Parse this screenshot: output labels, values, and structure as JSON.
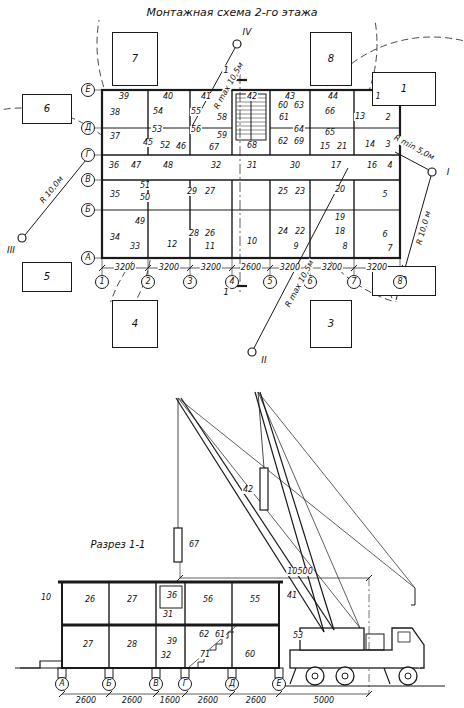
{
  "diagram": {
    "title": "Монтажная схема 2-го этажа",
    "nodes": [
      {
        "text": [
          "7"
        ]
      },
      {
        "text": [
          "8"
        ]
      },
      {
        "text": [
          "6"
        ]
      },
      {
        "text": [
          "1"
        ]
      },
      {
        "text": [
          "5"
        ]
      },
      {
        "text": [
          "2"
        ]
      },
      {
        "text": [
          "4"
        ]
      },
      {
        "text": [
          "3"
        ]
      },
      {
        "text": [
          "Е"
        ]
      },
      {
        "text": [
          "Д"
        ]
      },
      {
        "text": [
          "Г"
        ]
      },
      {
        "text": [
          "В"
        ]
      },
      {
        "text": [
          "Б"
        ]
      },
      {
        "text": [
          "А"
        ]
      },
      {
        "text": [
          "1"
        ]
      },
      {
        "text": [
          "2"
        ]
      },
      {
        "text": [
          "3"
        ]
      },
      {
        "text": [
          "4"
        ]
      },
      {
        "text": [
          "5"
        ]
      },
      {
        "text": [
          "6"
        ]
      },
      {
        "text": [
          "7"
        ]
      },
      {
        "text": [
          "8"
        ]
      },
      {
        "text": [
          "А"
        ]
      },
      {
        "text": [
          "Б"
        ]
      },
      {
        "text": [
          "В"
        ]
      },
      {
        "text": [
          "Г"
        ]
      },
      {
        "text": [
          "Д"
        ]
      },
      {
        "text": [
          "Е"
        ]
      }
    ],
    "labels": [
      "IV",
      "R max 10,5м",
      "1",
      "III",
      "R 10,0м",
      "I",
      "R min 5,0м",
      "R 10,0 м",
      "II",
      "R max 10,5м",
      "1",
      "3200",
      "3200",
      "3200",
      "2600",
      "3200",
      "3200",
      "3200",
      "39",
      "40",
      "41",
      "42",
      "43",
      "44",
      "1",
      "38",
      "54",
      "55",
      "58",
      "60",
      "63",
      "61",
      "66",
      "13",
      "2",
      "37",
      "53",
      "45",
      "52",
      "46",
      "56",
      "59",
      "67",
      "68",
      "62",
      "64",
      "69",
      "65",
      "15",
      "21",
      "14",
      "3",
      "36",
      "47",
      "48",
      "32",
      "31",
      "30",
      "17",
      "16",
      "4",
      "35",
      "51",
      "50",
      "29",
      "27",
      "25",
      "23",
      "20",
      "5",
      "34",
      "49",
      "33",
      "12",
      "28",
      "26",
      "11",
      "10",
      "24",
      "22",
      "9",
      "19",
      "18",
      "8",
      "6",
      "7",
      "Разрез 1-1",
      "67",
      "42",
      "10500",
      "10",
      "26",
      "27",
      "31",
      "36",
      "56",
      "55",
      "41",
      "27",
      "28",
      "32",
      "39",
      "62",
      "61",
      "71",
      "60",
      "53",
      "2600",
      "2600",
      "1600",
      "2600",
      "2600",
      "5000"
    ]
  }
}
